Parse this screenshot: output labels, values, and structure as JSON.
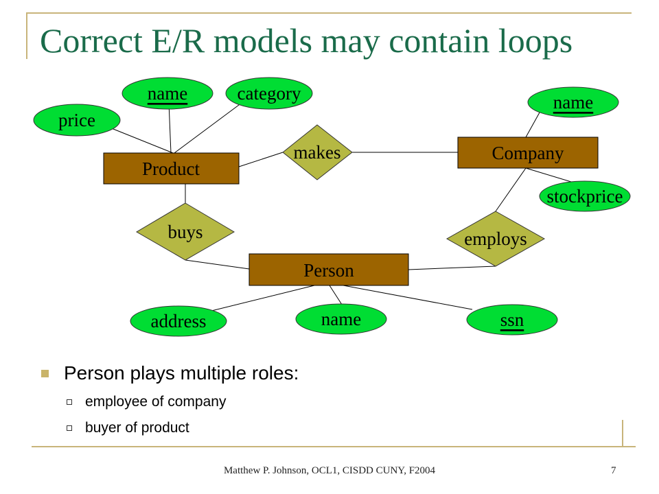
{
  "slide": {
    "title": "Correct E/R models may contain loops",
    "footer": "Matthew P. Johnson, OCL1, CISDD CUNY, F2004",
    "page_number": "7"
  },
  "diagram": {
    "entities": {
      "product": "Product",
      "company": "Company",
      "person": "Person"
    },
    "relationships": {
      "makes": "makes",
      "buys": "buys",
      "employs": "employs"
    },
    "attributes": {
      "product_price": "price",
      "product_name": "name",
      "product_category": "category",
      "company_name": "name",
      "company_stockprice": "stockprice",
      "person_address": "address",
      "person_name": "name",
      "person_ssn": "ssn"
    },
    "colors": {
      "entity_fill": "#9c6400",
      "relationship_fill": "#b5b843",
      "attribute_fill": "#00dd33"
    }
  },
  "bullets": {
    "main": "Person plays multiple roles:",
    "sub": [
      "employee of company",
      "buyer of product"
    ]
  }
}
